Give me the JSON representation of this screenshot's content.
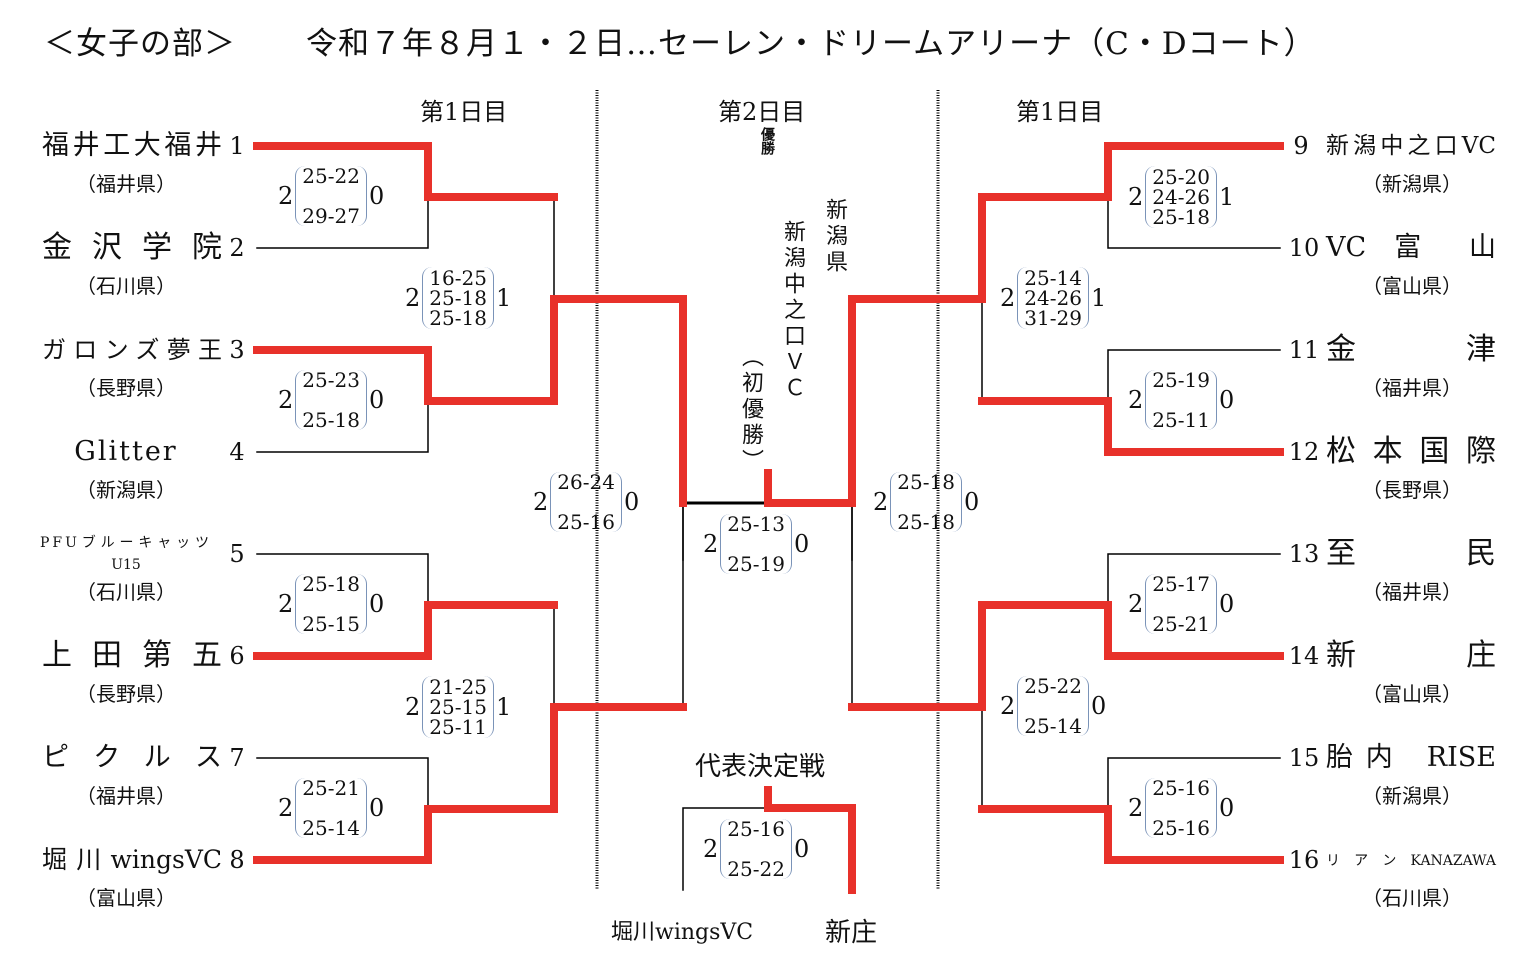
{
  "header": {
    "division": "＜女子の部＞",
    "event": "令和７年８月１・２日…セーレン・ドリームアリーナ（C・Dコート）"
  },
  "days": {
    "left": "第1日目",
    "center": "第2日目",
    "right": "第1日目"
  },
  "colors": {
    "winner_line": "#e8312a",
    "loser_line": "#000000",
    "brace": "#7a93b8",
    "divider": "#000000"
  },
  "left_teams": [
    {
      "seed": "1",
      "name": "福井工大福井",
      "pref": "（福井県）"
    },
    {
      "seed": "2",
      "name": "金沢学院",
      "pref": "（石川県）"
    },
    {
      "seed": "3",
      "name": "ガロンズ夢王",
      "pref": "（長野県）"
    },
    {
      "seed": "4",
      "name": "Glitter",
      "pref": "（新潟県）"
    },
    {
      "seed": "5",
      "name": "PFUブルーキャッツ",
      "name2": "U15",
      "pref": "（石川県）"
    },
    {
      "seed": "6",
      "name": "上田第五",
      "pref": "（長野県）"
    },
    {
      "seed": "7",
      "name": "ピクルス",
      "pref": "（福井県）"
    },
    {
      "seed": "8",
      "name": "堀川wingsVC",
      "pref": "（富山県）"
    }
  ],
  "right_teams": [
    {
      "seed": "9",
      "name": "新潟中之口VC",
      "pref": "（新潟県）"
    },
    {
      "seed": "10",
      "name": "VC 富 山",
      "pref": "（富山県）"
    },
    {
      "seed": "11",
      "name": "金津",
      "pref": "（福井県）"
    },
    {
      "seed": "12",
      "name": "松本国際",
      "pref": "（長野県）"
    },
    {
      "seed": "13",
      "name": "至民",
      "pref": "（福井県）"
    },
    {
      "seed": "14",
      "name": "新庄",
      "pref": "（富山県）"
    },
    {
      "seed": "15",
      "name": "胎内 RISE",
      "pref": "（新潟県）"
    },
    {
      "seed": "16",
      "name": "リ ア ン KANAZAWA",
      "pref": "（石川県）"
    }
  ],
  "matches": {
    "L1": {
      "w": "2",
      "l": "0",
      "sets": [
        "25-22",
        "29-27"
      ]
    },
    "L2": {
      "w": "2",
      "l": "0",
      "sets": [
        "25-23",
        "25-18"
      ]
    },
    "L3": {
      "w": "2",
      "l": "0",
      "sets": [
        "25-18",
        "25-15"
      ]
    },
    "L4": {
      "w": "2",
      "l": "0",
      "sets": [
        "25-21",
        "25-14"
      ]
    },
    "LQ1": {
      "w": "2",
      "l": "1",
      "sets": [
        "16-25",
        "25-18",
        "25-18"
      ]
    },
    "LQ2": {
      "w": "2",
      "l": "1",
      "sets": [
        "21-25",
        "25-15",
        "25-11"
      ]
    },
    "LS": {
      "w": "2",
      "l": "0",
      "sets": [
        "26-24",
        "25-16"
      ]
    },
    "F": {
      "w": "2",
      "l": "0",
      "sets": [
        "25-13",
        "25-19"
      ]
    },
    "RS": {
      "w": "2",
      "l": "0",
      "sets": [
        "25-18",
        "25-18"
      ]
    },
    "RQ1": {
      "w": "2",
      "l": "1",
      "sets": [
        "25-14",
        "24-26",
        "31-29"
      ]
    },
    "RQ2": {
      "w": "2",
      "l": "0",
      "sets": [
        "25-22",
        "25-14"
      ]
    },
    "R1": {
      "w": "2",
      "l": "1",
      "sets": [
        "25-20",
        "24-26",
        "25-18"
      ]
    },
    "R2": {
      "w": "2",
      "l": "0",
      "sets": [
        "25-19",
        "25-11"
      ]
    },
    "R3": {
      "w": "2",
      "l": "0",
      "sets": [
        "25-17",
        "25-21"
      ]
    },
    "R4": {
      "w": "2",
      "l": "0",
      "sets": [
        "25-16",
        "25-16"
      ]
    },
    "P": {
      "w": "2",
      "l": "0",
      "sets": [
        "25-16",
        "25-22"
      ]
    }
  },
  "champion": {
    "label": "優勝",
    "team": "新潟中之口ＶＣ",
    "pref": "新潟県",
    "note": "（初優勝）"
  },
  "playoff": {
    "title": "代表決定戦",
    "left": "堀川wingsVC",
    "right": "新庄"
  }
}
